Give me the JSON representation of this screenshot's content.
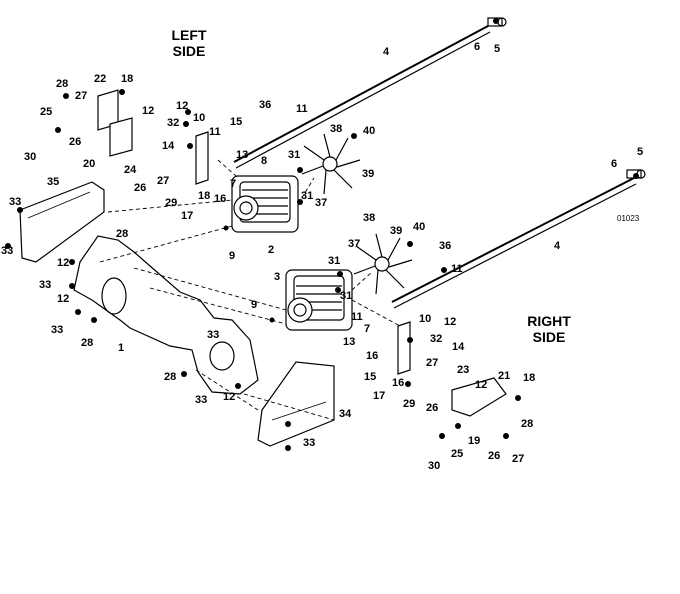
{
  "titles": {
    "left_side": "LEFT SIDE",
    "right_side": "RIGHT SIDE"
  },
  "figure_number": "01023",
  "callouts": {
    "left": [
      "28",
      "27",
      "22",
      "18",
      "25",
      "26",
      "12",
      "30",
      "20",
      "24",
      "26",
      "27",
      "12",
      "10",
      "32",
      "11",
      "14",
      "36",
      "11",
      "15",
      "13",
      "8",
      "7",
      "29",
      "17",
      "18",
      "16",
      "31",
      "31",
      "38",
      "40",
      "39",
      "37",
      "4",
      "6",
      "5",
      "35",
      "33",
      "33",
      "28",
      "12",
      "33",
      "12",
      "33",
      "28",
      "1",
      "9",
      "2"
    ],
    "right": [
      "3",
      "31",
      "31",
      "38",
      "39",
      "40",
      "37",
      "36",
      "11",
      "11",
      "9",
      "7",
      "10",
      "12",
      "13",
      "32",
      "16",
      "14",
      "15",
      "27",
      "16",
      "17",
      "29",
      "26",
      "23",
      "12",
      "21",
      "18",
      "19",
      "25",
      "30",
      "26",
      "27",
      "28",
      "28",
      "33",
      "12",
      "33",
      "34",
      "33",
      "4",
      "6",
      "5"
    ]
  }
}
